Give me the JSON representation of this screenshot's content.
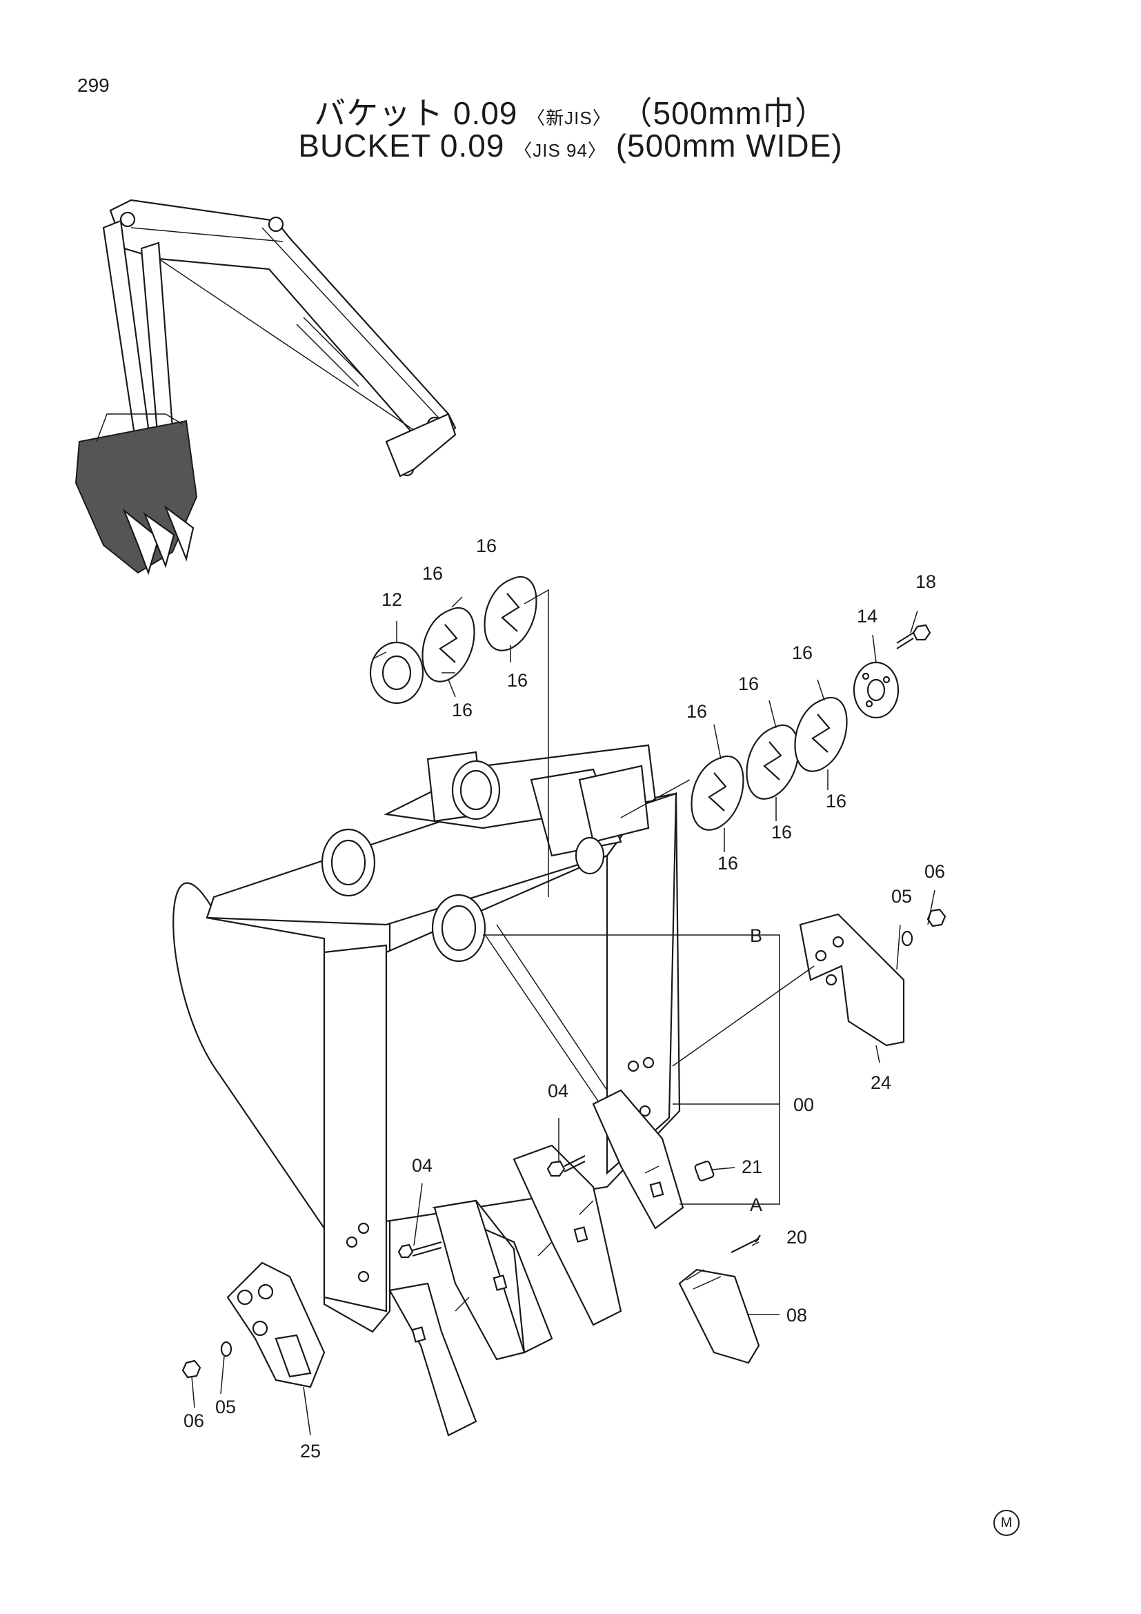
{
  "page_number": "299",
  "title": {
    "jp_main": "バケット 0.09",
    "jp_std": "〈新JIS〉",
    "jp_width": "（500mm巾）",
    "en_main": "BUCKET 0.09",
    "en_std": "〈JIS 94〉",
    "en_width": "(500mm WIDE)"
  },
  "callouts": {
    "c00": "00",
    "c04a": "04",
    "c04b": "04",
    "c05a": "05",
    "c05b": "05",
    "c06a": "06",
    "c06b": "06",
    "c08": "08",
    "c12": "12",
    "c14": "14",
    "c16a": "16",
    "c16b": "16",
    "c16c": "16",
    "c16d": "16",
    "c16e": "16",
    "c16f": "16",
    "c16g": "16",
    "c16h": "16",
    "c16i": "16",
    "c16j": "16",
    "c18": "18",
    "c20": "20",
    "c21": "21",
    "c24": "24",
    "c25": "25",
    "refA": "A",
    "refB": "B"
  },
  "mark": "M"
}
